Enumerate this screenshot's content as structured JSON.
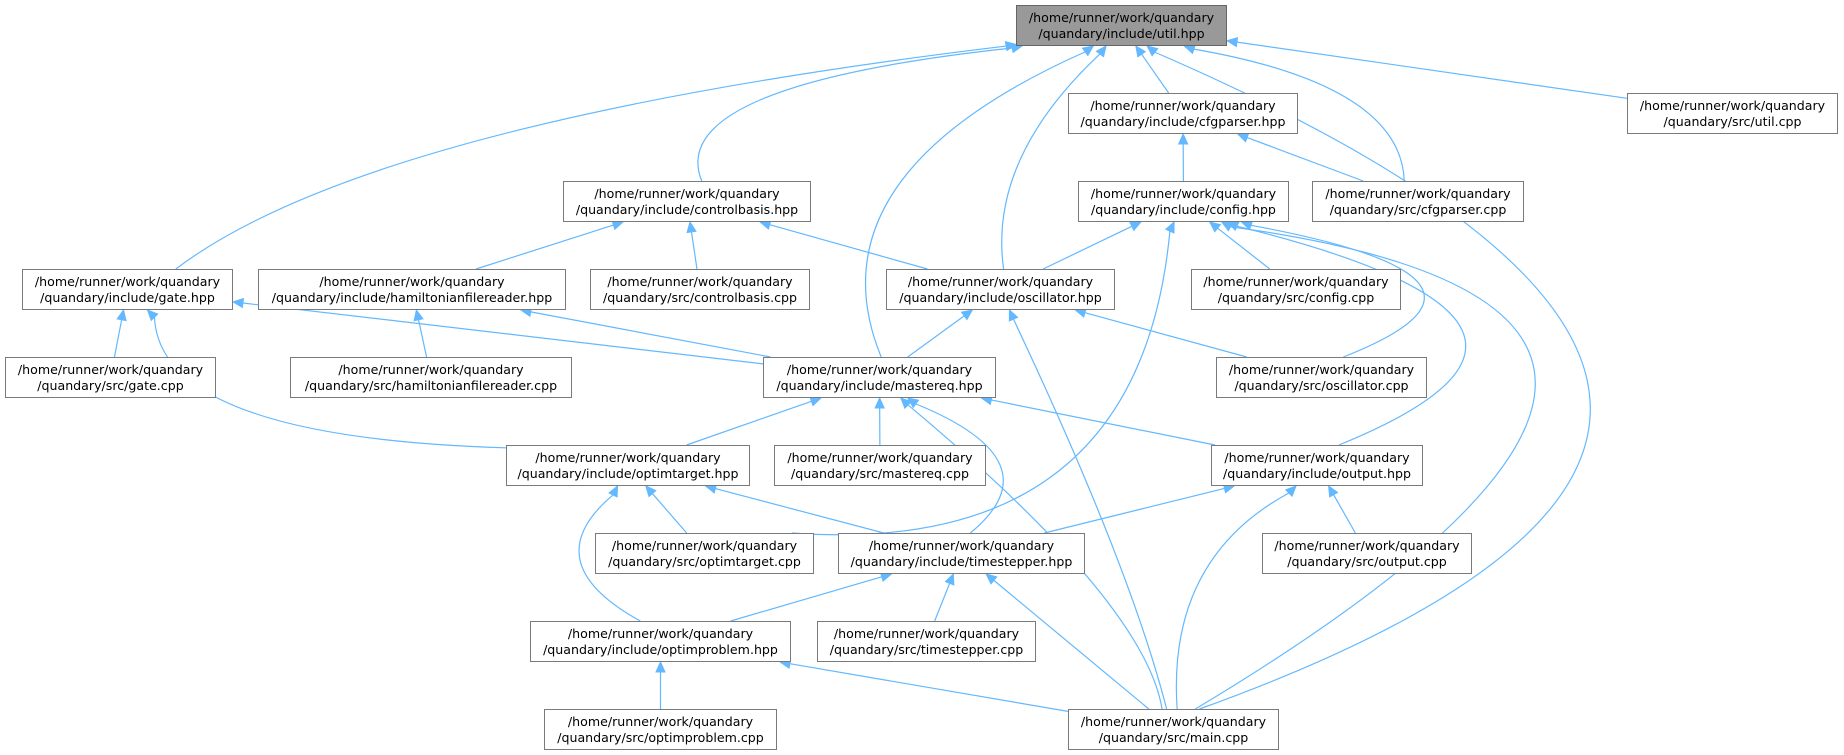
{
  "graph": {
    "root": "util_hpp",
    "colors": {
      "edge": "#63b8ff",
      "node_border": "#7a7a7a",
      "root_fill": "#999999"
    },
    "nodes": [
      {
        "id": "util_hpp",
        "line1": "/home/runner/work/quandary",
        "line2": "/quandary/include/util.hpp"
      },
      {
        "id": "cfgparser_hpp",
        "line1": "/home/runner/work/quandary",
        "line2": "/quandary/include/cfgparser.hpp"
      },
      {
        "id": "util_cpp",
        "line1": "/home/runner/work/quandary",
        "line2": "/quandary/src/util.cpp"
      },
      {
        "id": "controlbasis_hpp",
        "line1": "/home/runner/work/quandary",
        "line2": "/quandary/include/controlbasis.hpp"
      },
      {
        "id": "config_hpp",
        "line1": "/home/runner/work/quandary",
        "line2": "/quandary/include/config.hpp"
      },
      {
        "id": "cfgparser_cpp",
        "line1": "/home/runner/work/quandary",
        "line2": "/quandary/src/cfgparser.cpp"
      },
      {
        "id": "gate_hpp",
        "line1": "/home/runner/work/quandary",
        "line2": "/quandary/include/gate.hpp"
      },
      {
        "id": "hamiltonianfilereader_hpp",
        "line1": "/home/runner/work/quandary",
        "line2": "/quandary/include/hamiltonianfilereader.hpp"
      },
      {
        "id": "controlbasis_cpp",
        "line1": "/home/runner/work/quandary",
        "line2": "/quandary/src/controlbasis.cpp"
      },
      {
        "id": "oscillator_hpp",
        "line1": "/home/runner/work/quandary",
        "line2": "/quandary/include/oscillator.hpp"
      },
      {
        "id": "config_cpp",
        "line1": "/home/runner/work/quandary",
        "line2": "/quandary/src/config.cpp"
      },
      {
        "id": "gate_cpp",
        "line1": "/home/runner/work/quandary",
        "line2": "/quandary/src/gate.cpp"
      },
      {
        "id": "hamiltonianfilereader_cpp",
        "line1": "/home/runner/work/quandary",
        "line2": "/quandary/src/hamiltonianfilereader.cpp"
      },
      {
        "id": "mastereq_hpp",
        "line1": "/home/runner/work/quandary",
        "line2": "/quandary/include/mastereq.hpp"
      },
      {
        "id": "oscillator_cpp",
        "line1": "/home/runner/work/quandary",
        "line2": "/quandary/src/oscillator.cpp"
      },
      {
        "id": "optimtarget_hpp",
        "line1": "/home/runner/work/quandary",
        "line2": "/quandary/include/optimtarget.hpp"
      },
      {
        "id": "mastereq_cpp",
        "line1": "/home/runner/work/quandary",
        "line2": "/quandary/src/mastereq.cpp"
      },
      {
        "id": "output_hpp",
        "line1": "/home/runner/work/quandary",
        "line2": "/quandary/include/output.hpp"
      },
      {
        "id": "optimtarget_cpp",
        "line1": "/home/runner/work/quandary",
        "line2": "/quandary/src/optimtarget.cpp"
      },
      {
        "id": "timestepper_hpp",
        "line1": "/home/runner/work/quandary",
        "line2": "/quandary/include/timestepper.hpp"
      },
      {
        "id": "output_cpp",
        "line1": "/home/runner/work/quandary",
        "line2": "/quandary/src/output.cpp"
      },
      {
        "id": "optimproblem_hpp",
        "line1": "/home/runner/work/quandary",
        "line2": "/quandary/include/optimproblem.hpp"
      },
      {
        "id": "timestepper_cpp",
        "line1": "/home/runner/work/quandary",
        "line2": "/quandary/src/timestepper.cpp"
      },
      {
        "id": "optimproblem_cpp",
        "line1": "/home/runner/work/quandary",
        "line2": "/quandary/src/optimproblem.cpp"
      },
      {
        "id": "main_cpp",
        "line1": "/home/runner/work/quandary",
        "line2": "/quandary/src/main.cpp"
      }
    ],
    "edges": [
      {
        "from": "cfgparser_hpp",
        "to": "util_hpp"
      },
      {
        "from": "util_cpp",
        "to": "util_hpp"
      },
      {
        "from": "controlbasis_hpp",
        "to": "util_hpp"
      },
      {
        "from": "gate_hpp",
        "to": "util_hpp"
      },
      {
        "from": "mastereq_hpp",
        "to": "util_hpp"
      },
      {
        "from": "oscillator_hpp",
        "to": "util_hpp"
      },
      {
        "from": "cfgparser_cpp",
        "to": "util_hpp"
      },
      {
        "from": "main_cpp",
        "to": "util_hpp"
      },
      {
        "from": "config_hpp",
        "to": "cfgparser_hpp"
      },
      {
        "from": "cfgparser_cpp",
        "to": "cfgparser_hpp"
      },
      {
        "from": "hamiltonianfilereader_hpp",
        "to": "controlbasis_hpp"
      },
      {
        "from": "controlbasis_cpp",
        "to": "controlbasis_hpp"
      },
      {
        "from": "oscillator_hpp",
        "to": "controlbasis_hpp"
      },
      {
        "from": "oscillator_hpp",
        "to": "config_hpp"
      },
      {
        "from": "optimtarget_cpp",
        "to": "config_hpp"
      },
      {
        "from": "config_cpp",
        "to": "config_hpp"
      },
      {
        "from": "oscillator_cpp",
        "to": "config_hpp"
      },
      {
        "from": "output_hpp",
        "to": "config_hpp"
      },
      {
        "from": "main_cpp",
        "to": "config_hpp"
      },
      {
        "from": "gate_cpp",
        "to": "gate_hpp"
      },
      {
        "from": "mastereq_hpp",
        "to": "gate_hpp"
      },
      {
        "from": "optimtarget_hpp",
        "to": "gate_hpp"
      },
      {
        "from": "hamiltonianfilereader_cpp",
        "to": "hamiltonianfilereader_hpp"
      },
      {
        "from": "mastereq_hpp",
        "to": "hamiltonianfilereader_hpp"
      },
      {
        "from": "mastereq_hpp",
        "to": "oscillator_hpp"
      },
      {
        "from": "oscillator_cpp",
        "to": "oscillator_hpp"
      },
      {
        "from": "main_cpp",
        "to": "oscillator_hpp"
      },
      {
        "from": "optimtarget_hpp",
        "to": "mastereq_hpp"
      },
      {
        "from": "mastereq_cpp",
        "to": "mastereq_hpp"
      },
      {
        "from": "output_hpp",
        "to": "mastereq_hpp"
      },
      {
        "from": "timestepper_hpp",
        "to": "mastereq_hpp"
      },
      {
        "from": "main_cpp",
        "to": "mastereq_hpp"
      },
      {
        "from": "optimtarget_cpp",
        "to": "optimtarget_hpp"
      },
      {
        "from": "timestepper_hpp",
        "to": "optimtarget_hpp"
      },
      {
        "from": "optimproblem_hpp",
        "to": "optimtarget_hpp"
      },
      {
        "from": "timestepper_hpp",
        "to": "output_hpp"
      },
      {
        "from": "output_cpp",
        "to": "output_hpp"
      },
      {
        "from": "main_cpp",
        "to": "output_hpp"
      },
      {
        "from": "optimproblem_hpp",
        "to": "timestepper_hpp"
      },
      {
        "from": "timestepper_cpp",
        "to": "timestepper_hpp"
      },
      {
        "from": "main_cpp",
        "to": "timestepper_hpp"
      },
      {
        "from": "optimproblem_cpp",
        "to": "optimproblem_hpp"
      },
      {
        "from": "main_cpp",
        "to": "optimproblem_hpp"
      }
    ]
  }
}
